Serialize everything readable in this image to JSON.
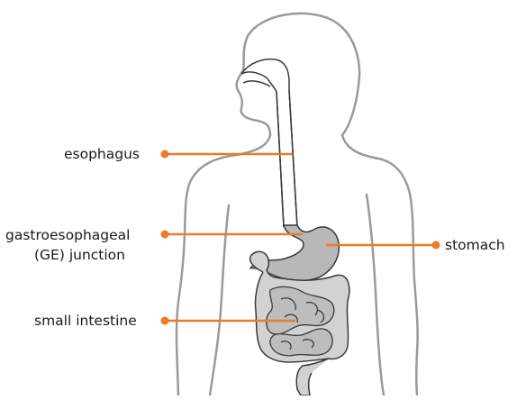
{
  "labels": {
    "esophagus": "esophagus",
    "ge_junction_line1": "gastroesophageal",
    "ge_junction_line2": "(GE) junction",
    "small_intestine": "small intestine",
    "stomach": "stomach"
  },
  "colors": {
    "outline": "#9a9a9a",
    "organ_fill": "#b8b8b8",
    "organ_stroke": "#3a3a3a",
    "leader": "#ec7a2b",
    "text": "#1a1a1a"
  }
}
